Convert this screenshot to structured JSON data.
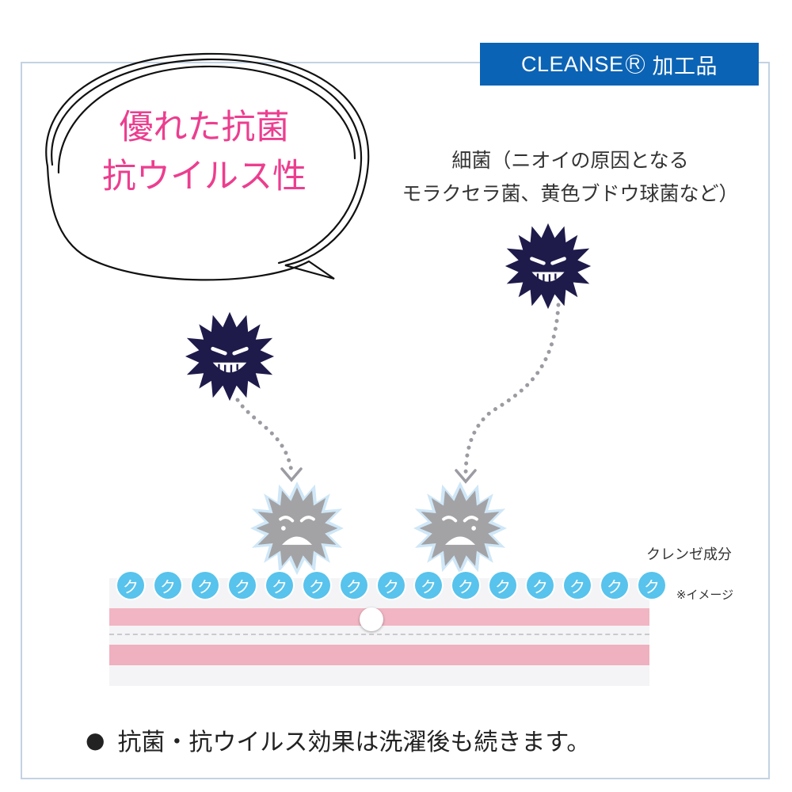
{
  "badge": {
    "brand": "CLEANSE",
    "reg_mark": "R",
    "suffix": "加工品"
  },
  "bubble": {
    "line1": "優れた抗菌",
    "line2": "抗ウイルス性"
  },
  "bacteria_note": {
    "line1": "細菌（ニオイの原因となる",
    "line2": "モラクセラ菌、黄色ブドウ球菌など）"
  },
  "labels": {
    "cleanse_component": "クレンゼ成分",
    "image_note": "※イメージ"
  },
  "circles": [
    "ク",
    "ク",
    "ク",
    "ク",
    "ク",
    "ク",
    "ク",
    "ク",
    "ク",
    "ク",
    "ク",
    "ク",
    "ク",
    "ク",
    "ク"
  ],
  "footer": {
    "bullet": "●",
    "text": "抗菌・抗ウイルス効果は洗濯後も続きます。"
  },
  "colors": {
    "badge_bg": "#0b63b5",
    "bubble_text": "#ec3e8f",
    "germ_dark": "#1e1b4b",
    "germ_gray": "#a3a3a6",
    "component_circle": "#58c3ec",
    "stripe": "#f1b5c3"
  },
  "icons": {
    "germ_active": "angry-germ-icon",
    "germ_defeated": "sad-germ-icon",
    "arrow": "dotted-arrow-icon"
  }
}
